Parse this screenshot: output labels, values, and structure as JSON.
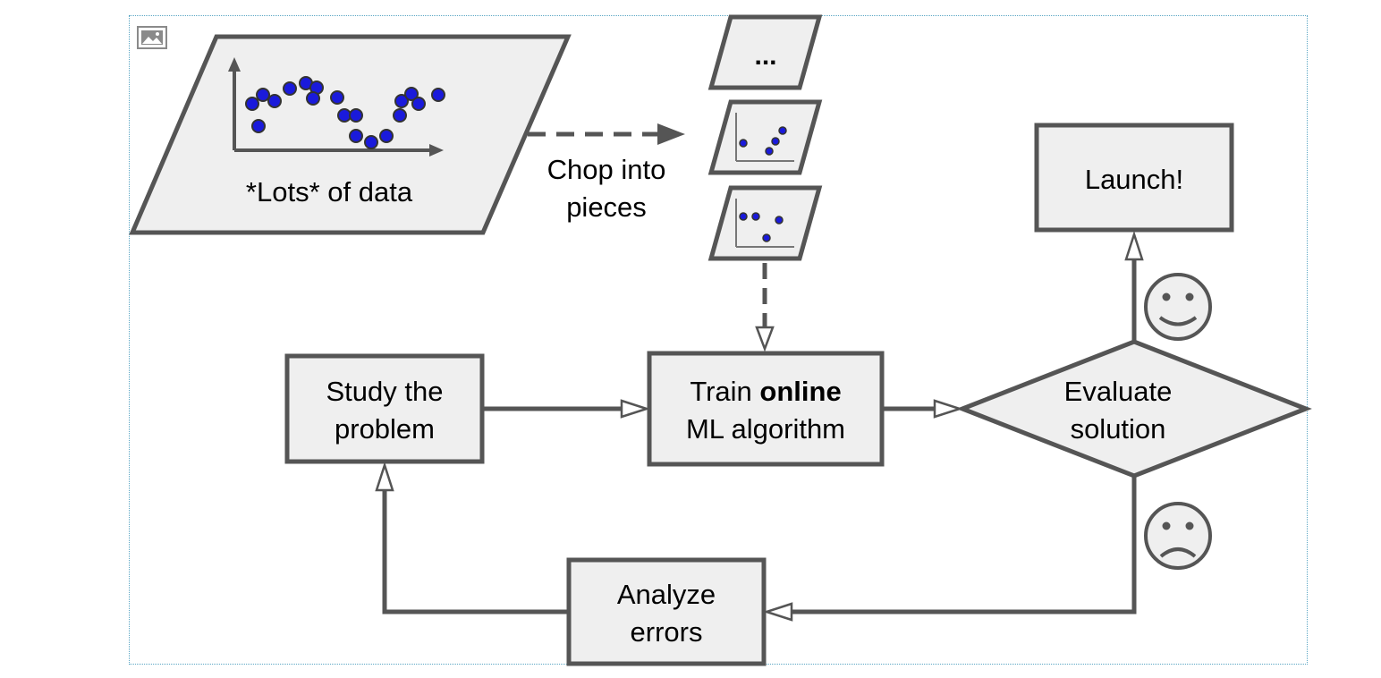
{
  "diagram": {
    "data_label": "*Lots* of data",
    "chop_label": [
      "Chop into",
      "pieces"
    ],
    "ellipsis": "...",
    "launch": "Launch!",
    "study": [
      "Study the",
      "problem"
    ],
    "train_line1_normal": "Train ",
    "train_line1_bold": "online",
    "train_line2": "ML algorithm",
    "evaluate": [
      "Evaluate",
      "solution"
    ],
    "analyze": [
      "Analyze",
      "errors"
    ],
    "icons": [
      "image-placeholder-icon",
      "happy-face-icon",
      "sad-face-icon"
    ],
    "colors": {
      "stroke": "#555555",
      "fill": "#efefef",
      "dot": "#1a1adb",
      "frame": "#5aa6c4"
    }
  }
}
